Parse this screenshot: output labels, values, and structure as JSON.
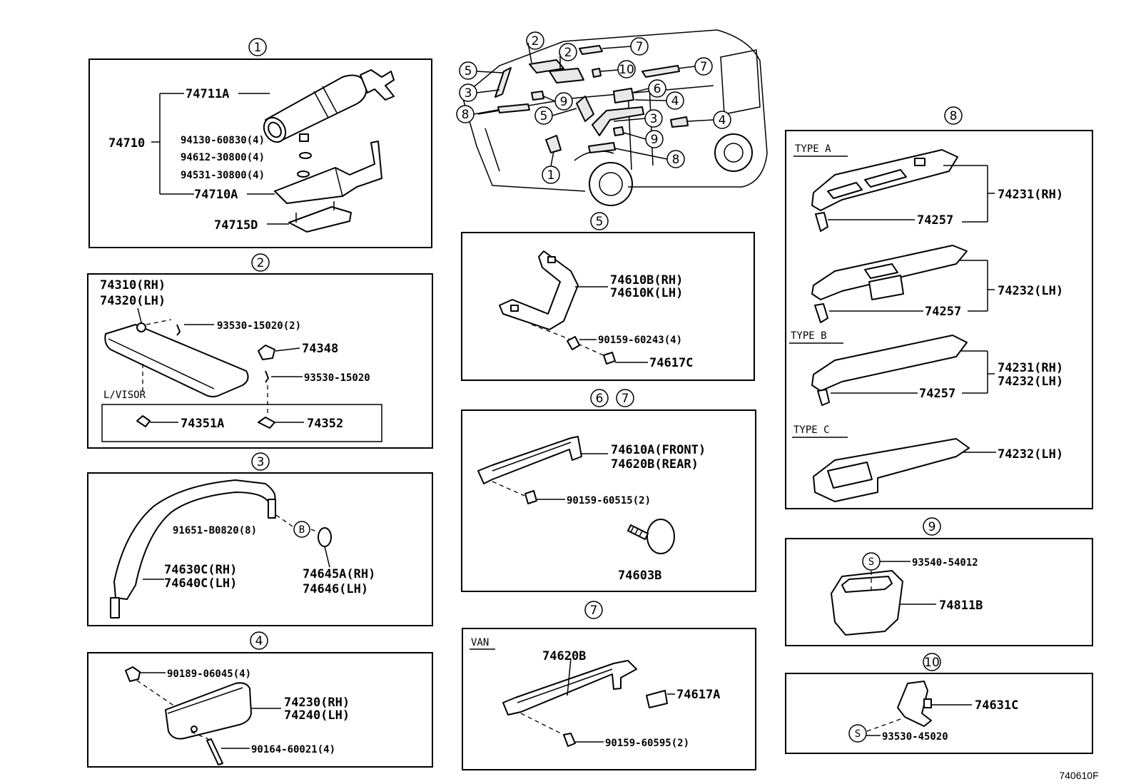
{
  "sections": {
    "s1": {
      "marker": "1",
      "parts": {
        "p74711A": "74711A",
        "p74710": "74710",
        "p94130": "94130-60830(4)",
        "p94612": "94612-30800(4)",
        "p94531": "94531-30800(4)",
        "p74710A": "74710A",
        "p74715D": "74715D"
      }
    },
    "s2": {
      "marker": "2",
      "parts": {
        "p74310": "74310(RH)",
        "p74320": "74320(LH)",
        "p93530a": "93530-15020(2)",
        "p74348": "74348",
        "p93530b": "93530-15020",
        "lvisor": "L/VISOR",
        "p74351A": "74351A",
        "p74352": "74352"
      }
    },
    "s3": {
      "marker": "3",
      "parts": {
        "p91651": "91651-B0820(8)",
        "bmark": "B",
        "p74630C": "74630C(RH)",
        "p74640C": "74640C(LH)",
        "p74645A": "74645A(RH)",
        "p74646": "74646(LH)"
      }
    },
    "s4": {
      "marker": "4",
      "parts": {
        "p90189": "90189-06045(4)",
        "p74230": "74230(RH)",
        "p74240": "74240(LH)",
        "p90164": "90164-60021(4)"
      }
    },
    "s5": {
      "marker": "5",
      "parts": {
        "p74610B": "74610B(RH)",
        "p74610K": "74610K(LH)",
        "p90159a": "90159-60243(4)",
        "p74617C": "74617C"
      }
    },
    "s67": {
      "marker1": "6",
      "marker2": "7",
      "parts": {
        "p74610A": "74610A(FRONT)",
        "p74620B": "74620B(REAR)",
        "p90159b": "90159-60515(2)",
        "p74603B": "74603B"
      }
    },
    "s7": {
      "marker": "7",
      "parts": {
        "van": "VAN",
        "p74620B": "74620B",
        "p74617A": "74617A",
        "p90159c": "90159-60595(2)"
      }
    },
    "s8": {
      "marker": "8",
      "parts": {
        "typeA": "TYPE A",
        "typeB": "TYPE B",
        "typeC": "TYPE C",
        "a74231": "74231(RH)",
        "a74257": "74257",
        "a74232": "74232(LH)",
        "a74257b": "74257",
        "b74231": "74231(RH)",
        "b74232": "74232(LH)",
        "b74257": "74257",
        "c74232": "74232(LH)"
      }
    },
    "s9": {
      "marker": "9",
      "parts": {
        "smark": "S",
        "p93540": "93540-54012",
        "p74811B": "74811B"
      }
    },
    "s10": {
      "marker": "10",
      "parts": {
        "smark": "S",
        "p74631C": "74631C",
        "p93530c": "93530-45020"
      }
    }
  },
  "overview": {
    "callouts": [
      "1",
      "2",
      "2",
      "3",
      "3",
      "4",
      "4",
      "5",
      "5",
      "6",
      "7",
      "7",
      "8",
      "8",
      "9",
      "9",
      "10"
    ]
  },
  "footer": {
    "diagram_code": "740610F"
  }
}
